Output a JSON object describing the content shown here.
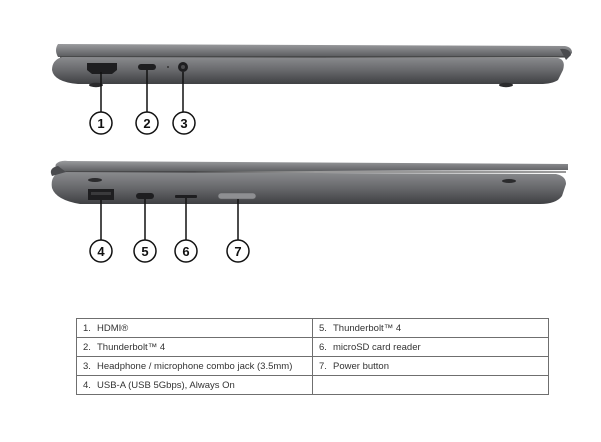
{
  "callouts": [
    {
      "number": "1"
    },
    {
      "number": "2"
    },
    {
      "number": "3"
    },
    {
      "number": "4"
    },
    {
      "number": "5"
    },
    {
      "number": "6"
    },
    {
      "number": "7"
    }
  ],
  "ports_table": {
    "rows": [
      [
        {
          "num": "1.",
          "text": "HDMI®"
        },
        {
          "num": "5.",
          "text": "Thunderbolt™ 4"
        }
      ],
      [
        {
          "num": "2.",
          "text": "Thunderbolt™ 4"
        },
        {
          "num": "6.",
          "text": "microSD card reader"
        }
      ],
      [
        {
          "num": "3.",
          "text": "Headphone / microphone combo jack (3.5mm)"
        },
        {
          "num": "7.",
          "text": "Power button"
        }
      ],
      [
        {
          "num": "4.",
          "text": "USB-A (USB 5Gbps), Always On"
        },
        {
          "num": "",
          "text": ""
        }
      ]
    ]
  },
  "colors": {
    "chassis": "#6a6b6e",
    "chassis_dark": "#4a4b4e",
    "port": "#1e1e20",
    "callout_stroke": "#111111"
  }
}
